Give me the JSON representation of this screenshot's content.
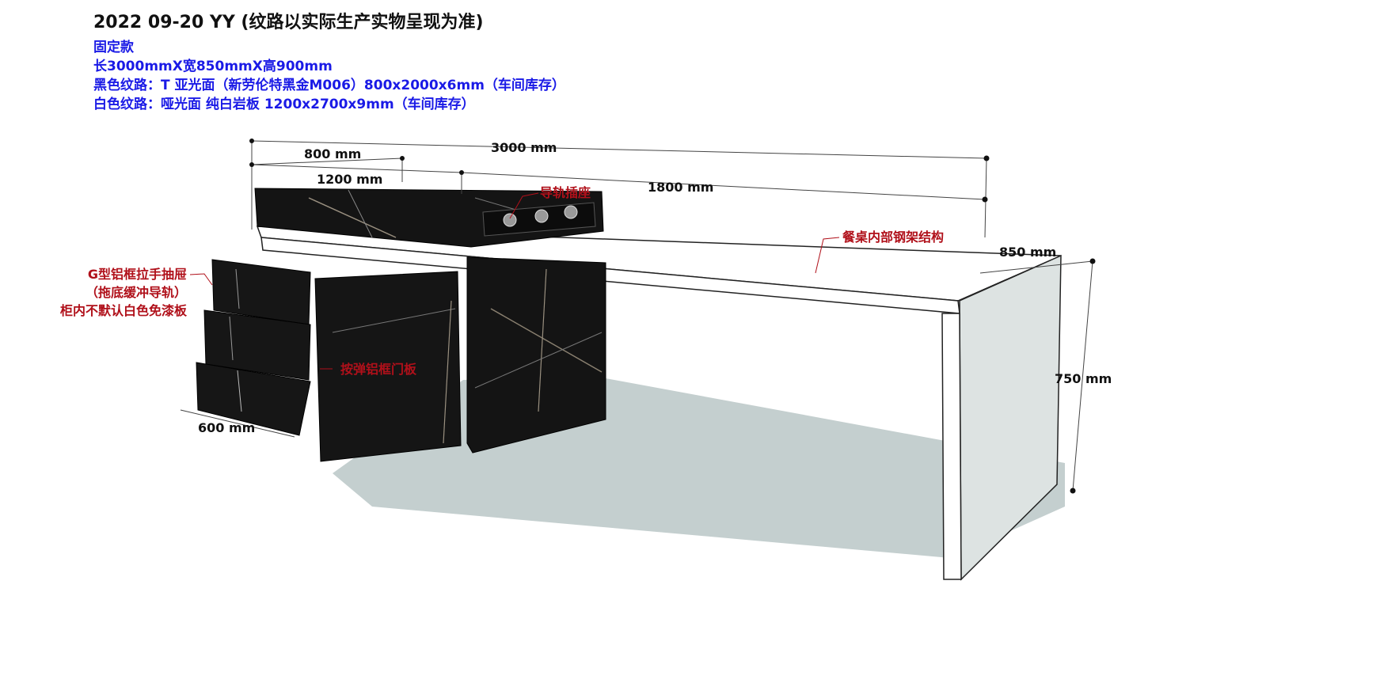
{
  "header": {
    "title": "2022 09-20 YY (纹路以实际生产实物呈现为准)",
    "specs": [
      "固定款",
      "长3000mmX宽850mmX高900mm",
      "黑色纹路：T 亚光面（新劳伦特黑金M006）800x2000x6mm（车间库存）",
      "白色纹路：哑光面 纯白岩板 1200x2700x9mm（车间库存）"
    ]
  },
  "dimensions": {
    "total_length": "3000 mm",
    "d800": "800 mm",
    "d1200": "1200 mm",
    "d1800": "1800 mm",
    "depth": "850 mm",
    "height": "750 mm",
    "drawer_depth": "600 mm"
  },
  "annotations": {
    "socket": "导轨插座",
    "steel_frame": "餐桌内部钢架结构",
    "drawer_line1": "G型铝框拉手抽屉",
    "drawer_line2": "（拖底缓冲导轨）",
    "drawer_line3": "柜内不默认白色免漆板",
    "door": "按弹铝框门板"
  },
  "colors": {
    "title": "#111111",
    "spec": "#1a1ae6",
    "annotation": "#b0101a",
    "black_marble": "#141414",
    "white_slab": "#ffffff",
    "shadow": "#c4cfcf"
  }
}
